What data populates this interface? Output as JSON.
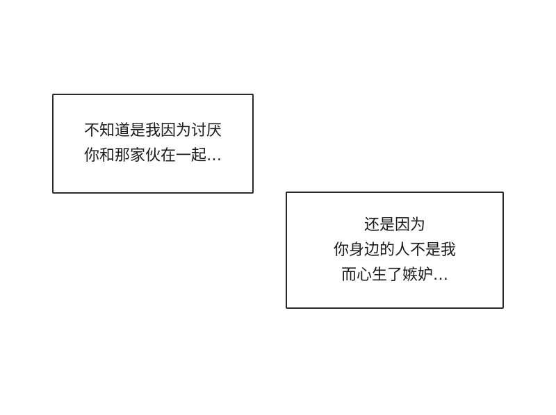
{
  "captions": [
    {
      "lines": [
        "不知道是我因为讨厌",
        "你和那家伙在一起…"
      ]
    },
    {
      "lines": [
        "还是因为",
        "你身边的人不是我",
        "而心生了嫉妒…"
      ]
    }
  ]
}
